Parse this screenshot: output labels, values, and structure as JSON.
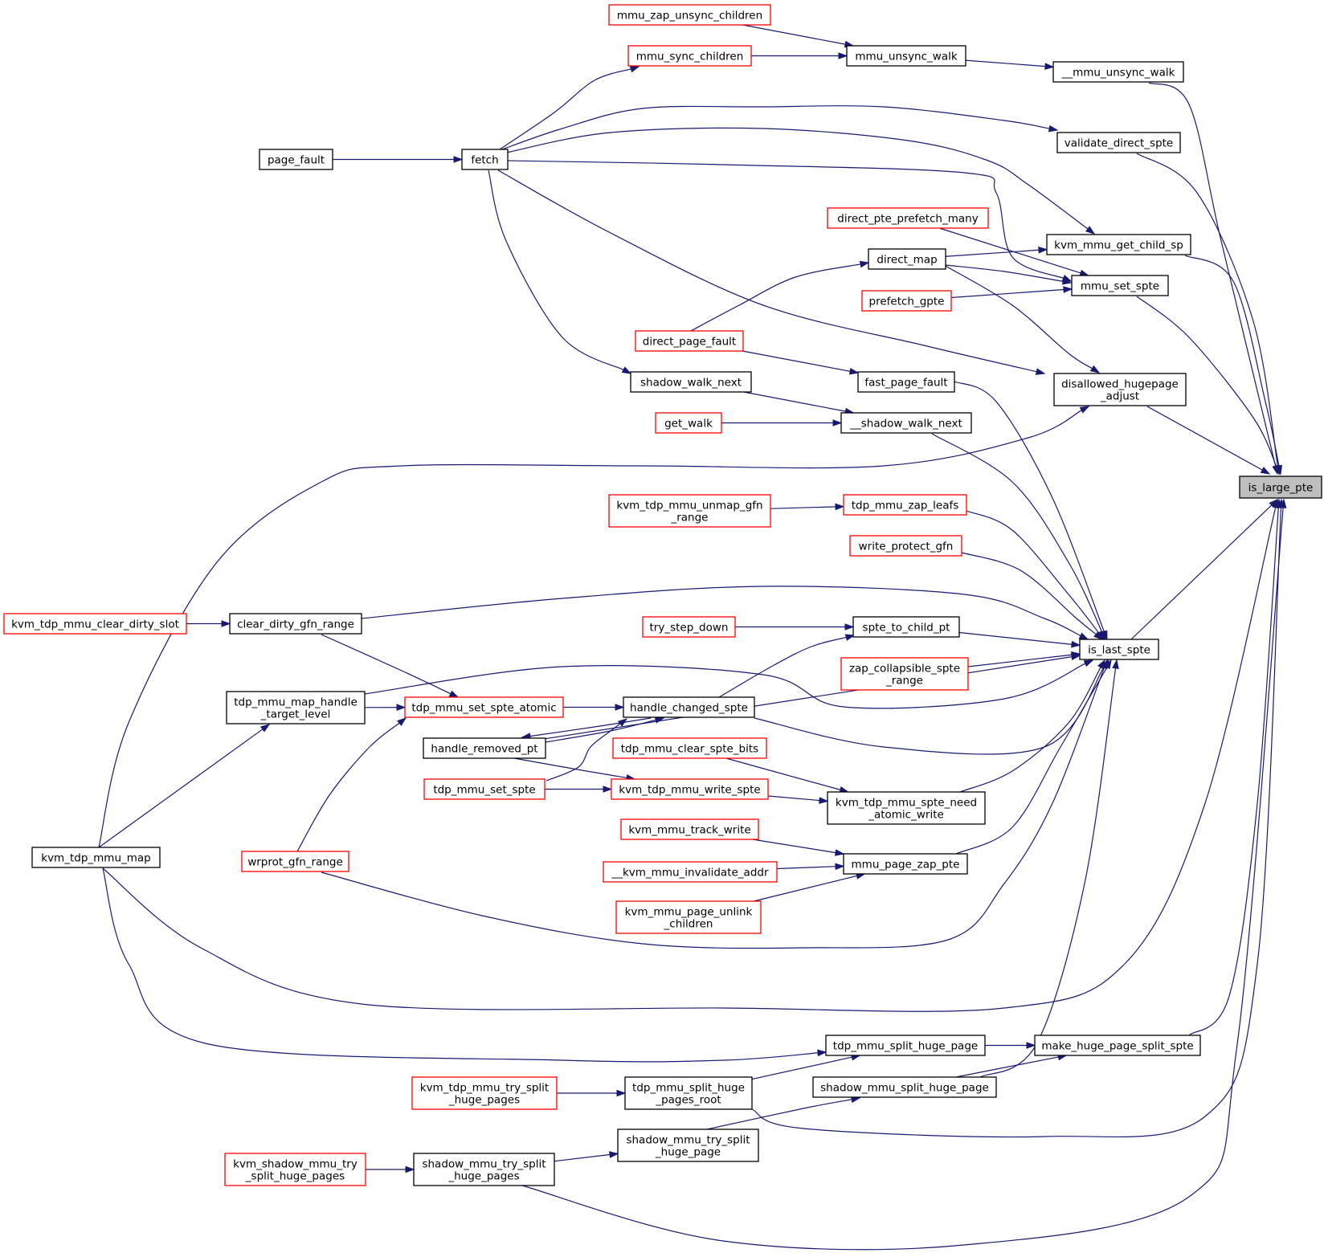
{
  "colors": {
    "edge": "#191970",
    "node_border_documented": "#000000",
    "node_border_undocumented": "#ff0000",
    "node_fill": "#ffffff",
    "node_fill_root": "#bfbfbf"
  },
  "nodes": [
    {
      "id": "is_large_pte",
      "lines": [
        "is_large_pte"
      ],
      "kind": "root"
    },
    {
      "id": "mmu_zap_unsync_children",
      "lines": [
        "mmu_zap_unsync_children"
      ],
      "kind": "red"
    },
    {
      "id": "mmu_sync_children",
      "lines": [
        "mmu_sync_children"
      ],
      "kind": "red"
    },
    {
      "id": "mmu_unsync_walk",
      "lines": [
        "mmu_unsync_walk"
      ],
      "kind": "black"
    },
    {
      "id": "__mmu_unsync_walk",
      "lines": [
        "__mmu_unsync_walk"
      ],
      "kind": "black"
    },
    {
      "id": "validate_direct_spte",
      "lines": [
        "validate_direct_spte"
      ],
      "kind": "black"
    },
    {
      "id": "page_fault",
      "lines": [
        "page_fault"
      ],
      "kind": "black"
    },
    {
      "id": "fetch",
      "lines": [
        "fetch"
      ],
      "kind": "black"
    },
    {
      "id": "direct_pte_prefetch_many",
      "lines": [
        "direct_pte_prefetch_many"
      ],
      "kind": "red"
    },
    {
      "id": "kvm_mmu_get_child_sp",
      "lines": [
        "kvm_mmu_get_child_sp"
      ],
      "kind": "black"
    },
    {
      "id": "direct_map",
      "lines": [
        "direct_map"
      ],
      "kind": "black"
    },
    {
      "id": "mmu_set_spte",
      "lines": [
        "mmu_set_spte"
      ],
      "kind": "black"
    },
    {
      "id": "prefetch_gpte",
      "lines": [
        "prefetch_gpte"
      ],
      "kind": "red"
    },
    {
      "id": "direct_page_fault",
      "lines": [
        "direct_page_fault"
      ],
      "kind": "red"
    },
    {
      "id": "disallowed_hugepage_adjust",
      "lines": [
        "disallowed_hugepage",
        "_adjust"
      ],
      "kind": "black"
    },
    {
      "id": "shadow_walk_next",
      "lines": [
        "shadow_walk_next"
      ],
      "kind": "black"
    },
    {
      "id": "fast_page_fault",
      "lines": [
        "fast_page_fault"
      ],
      "kind": "black"
    },
    {
      "id": "get_walk",
      "lines": [
        "get_walk"
      ],
      "kind": "red"
    },
    {
      "id": "__shadow_walk_next",
      "lines": [
        "__shadow_walk_next"
      ],
      "kind": "black"
    },
    {
      "id": "kvm_tdp_mmu_unmap_gfn_range",
      "lines": [
        "kvm_tdp_mmu_unmap_gfn",
        "_range"
      ],
      "kind": "red"
    },
    {
      "id": "tdp_mmu_zap_leafs",
      "lines": [
        "tdp_mmu_zap_leafs"
      ],
      "kind": "red"
    },
    {
      "id": "write_protect_gfn",
      "lines": [
        "write_protect_gfn"
      ],
      "kind": "red"
    },
    {
      "id": "kvm_tdp_mmu_clear_dirty_slot",
      "lines": [
        "kvm_tdp_mmu_clear_dirty_slot"
      ],
      "kind": "red"
    },
    {
      "id": "clear_dirty_gfn_range",
      "lines": [
        "clear_dirty_gfn_range"
      ],
      "kind": "black"
    },
    {
      "id": "try_step_down",
      "lines": [
        "try_step_down"
      ],
      "kind": "red"
    },
    {
      "id": "spte_to_child_pt",
      "lines": [
        "spte_to_child_pt"
      ],
      "kind": "black"
    },
    {
      "id": "is_last_spte",
      "lines": [
        "is_last_spte"
      ],
      "kind": "black"
    },
    {
      "id": "zap_collapsible_spte_range",
      "lines": [
        "zap_collapsible_spte",
        "_range"
      ],
      "kind": "red"
    },
    {
      "id": "tdp_mmu_map_handle_target_level",
      "lines": [
        "tdp_mmu_map_handle",
        "_target_level"
      ],
      "kind": "black"
    },
    {
      "id": "tdp_mmu_set_spte_atomic",
      "lines": [
        "tdp_mmu_set_spte_atomic"
      ],
      "kind": "red"
    },
    {
      "id": "handle_changed_spte",
      "lines": [
        "handle_changed_spte"
      ],
      "kind": "black"
    },
    {
      "id": "handle_removed_pt",
      "lines": [
        "handle_removed_pt"
      ],
      "kind": "black"
    },
    {
      "id": "tdp_mmu_clear_spte_bits",
      "lines": [
        "tdp_mmu_clear_spte_bits"
      ],
      "kind": "red"
    },
    {
      "id": "tdp_mmu_set_spte",
      "lines": [
        "tdp_mmu_set_spte"
      ],
      "kind": "red"
    },
    {
      "id": "kvm_tdp_mmu_write_spte",
      "lines": [
        "kvm_tdp_mmu_write_spte"
      ],
      "kind": "red"
    },
    {
      "id": "kvm_tdp_mmu_spte_need_atomic_write",
      "lines": [
        "kvm_tdp_mmu_spte_need",
        "_atomic_write"
      ],
      "kind": "black"
    },
    {
      "id": "kvm_mmu_track_write",
      "lines": [
        "kvm_mmu_track_write"
      ],
      "kind": "red"
    },
    {
      "id": "kvm_tdp_mmu_map",
      "lines": [
        "kvm_tdp_mmu_map"
      ],
      "kind": "black"
    },
    {
      "id": "wrprot_gfn_range",
      "lines": [
        "wrprot_gfn_range"
      ],
      "kind": "red"
    },
    {
      "id": "__kvm_mmu_invalidate_addr",
      "lines": [
        "__kvm_mmu_invalidate_addr"
      ],
      "kind": "red"
    },
    {
      "id": "mmu_page_zap_pte",
      "lines": [
        "mmu_page_zap_pte"
      ],
      "kind": "black"
    },
    {
      "id": "kvm_mmu_page_unlink_children",
      "lines": [
        "kvm_mmu_page_unlink",
        "_children"
      ],
      "kind": "red"
    },
    {
      "id": "tdp_mmu_split_huge_page",
      "lines": [
        "tdp_mmu_split_huge_page"
      ],
      "kind": "black"
    },
    {
      "id": "make_huge_page_split_spte",
      "lines": [
        "make_huge_page_split_spte"
      ],
      "kind": "black"
    },
    {
      "id": "kvm_tdp_mmu_try_split_huge_pages",
      "lines": [
        "kvm_tdp_mmu_try_split",
        "_huge_pages"
      ],
      "kind": "red"
    },
    {
      "id": "tdp_mmu_split_huge_pages_root",
      "lines": [
        "tdp_mmu_split_huge",
        "_pages_root"
      ],
      "kind": "black"
    },
    {
      "id": "shadow_mmu_split_huge_page",
      "lines": [
        "shadow_mmu_split_huge_page"
      ],
      "kind": "black"
    },
    {
      "id": "shadow_mmu_try_split_huge_page",
      "lines": [
        "shadow_mmu_try_split",
        "_huge_page"
      ],
      "kind": "black"
    },
    {
      "id": "kvm_shadow_mmu_try_split_huge_pages",
      "lines": [
        "kvm_shadow_mmu_try",
        "_split_huge_pages"
      ],
      "kind": "red"
    },
    {
      "id": "shadow_mmu_try_split_huge_pages",
      "lines": [
        "shadow_mmu_try_split",
        "_huge_pages"
      ],
      "kind": "black"
    }
  ],
  "edges": [
    {
      "from": "mmu_zap_unsync_children",
      "to": "mmu_unsync_walk"
    },
    {
      "from": "mmu_sync_children",
      "to": "mmu_unsync_walk"
    },
    {
      "from": "mmu_unsync_walk",
      "to": "__mmu_unsync_walk"
    },
    {
      "from": "__mmu_unsync_walk",
      "to": "is_large_pte"
    },
    {
      "from": "fetch",
      "to": "mmu_sync_children"
    },
    {
      "from": "fetch",
      "to": "validate_direct_spte"
    },
    {
      "from": "fetch",
      "to": "kvm_mmu_get_child_sp"
    },
    {
      "from": "fetch",
      "to": "mmu_set_spte"
    },
    {
      "from": "fetch",
      "to": "disallowed_hugepage_adjust"
    },
    {
      "from": "fetch",
      "to": "shadow_walk_next"
    },
    {
      "from": "page_fault",
      "to": "fetch"
    },
    {
      "from": "validate_direct_spte",
      "to": "is_large_pte"
    },
    {
      "from": "direct_pte_prefetch_many",
      "to": "mmu_set_spte"
    },
    {
      "from": "direct_map",
      "to": "kvm_mmu_get_child_sp"
    },
    {
      "from": "direct_map",
      "to": "mmu_set_spte"
    },
    {
      "from": "direct_map",
      "to": "disallowed_hugepage_adjust"
    },
    {
      "from": "direct_page_fault",
      "to": "direct_map"
    },
    {
      "from": "direct_page_fault",
      "to": "fast_page_fault"
    },
    {
      "from": "prefetch_gpte",
      "to": "mmu_set_spte"
    },
    {
      "from": "kvm_mmu_get_child_sp",
      "to": "is_large_pte"
    },
    {
      "from": "mmu_set_spte",
      "to": "is_large_pte"
    },
    {
      "from": "disallowed_hugepage_adjust",
      "to": "is_large_pte"
    },
    {
      "from": "shadow_walk_next",
      "to": "__shadow_walk_next"
    },
    {
      "from": "get_walk",
      "to": "__shadow_walk_next"
    },
    {
      "from": "fast_page_fault",
      "to": "is_last_spte"
    },
    {
      "from": "__shadow_walk_next",
      "to": "is_last_spte"
    },
    {
      "from": "kvm_tdp_mmu_map",
      "to": "disallowed_hugepage_adjust"
    },
    {
      "from": "kvm_tdp_mmu_map",
      "to": "tdp_mmu_map_handle_target_level"
    },
    {
      "from": "kvm_tdp_mmu_map",
      "to": "is_large_pte"
    },
    {
      "from": "kvm_tdp_mmu_map",
      "to": "tdp_mmu_split_huge_page"
    },
    {
      "from": "kvm_tdp_mmu_unmap_gfn_range",
      "to": "tdp_mmu_zap_leafs"
    },
    {
      "from": "tdp_mmu_zap_leafs",
      "to": "is_last_spte"
    },
    {
      "from": "write_protect_gfn",
      "to": "is_last_spte"
    },
    {
      "from": "kvm_tdp_mmu_clear_dirty_slot",
      "to": "clear_dirty_gfn_range"
    },
    {
      "from": "clear_dirty_gfn_range",
      "to": "is_last_spte"
    },
    {
      "from": "clear_dirty_gfn_range",
      "to": "tdp_mmu_set_spte_atomic"
    },
    {
      "from": "try_step_down",
      "to": "spte_to_child_pt"
    },
    {
      "from": "spte_to_child_pt",
      "to": "is_last_spte"
    },
    {
      "from": "zap_collapsible_spte_range",
      "to": "is_last_spte"
    },
    {
      "from": "is_last_spte",
      "to": "is_large_pte"
    },
    {
      "from": "tdp_mmu_map_handle_target_level",
      "to": "is_last_spte"
    },
    {
      "from": "tdp_mmu_map_handle_target_level",
      "to": "tdp_mmu_set_spte_atomic"
    },
    {
      "from": "tdp_mmu_set_spte_atomic",
      "to": "handle_changed_spte"
    },
    {
      "from": "handle_changed_spte",
      "to": "spte_to_child_pt"
    },
    {
      "from": "handle_changed_spte",
      "to": "is_last_spte"
    },
    {
      "from": "handle_changed_spte",
      "to": "handle_removed_pt"
    },
    {
      "from": "handle_removed_pt",
      "to": "handle_changed_spte"
    },
    {
      "from": "handle_removed_pt",
      "to": "is_last_spte"
    },
    {
      "from": "tdp_mmu_set_spte",
      "to": "handle_changed_spte"
    },
    {
      "from": "tdp_mmu_set_spte",
      "to": "kvm_tdp_mmu_write_spte"
    },
    {
      "from": "handle_removed_pt",
      "to": "kvm_tdp_mmu_write_spte"
    },
    {
      "from": "wrprot_gfn_range",
      "to": "tdp_mmu_set_spte_atomic"
    },
    {
      "from": "wrprot_gfn_range",
      "to": "is_last_spte"
    },
    {
      "from": "tdp_mmu_clear_spte_bits",
      "to": "kvm_tdp_mmu_spte_need_atomic_write"
    },
    {
      "from": "kvm_tdp_mmu_write_spte",
      "to": "kvm_tdp_mmu_spte_need_atomic_write"
    },
    {
      "from": "kvm_tdp_mmu_spte_need_atomic_write",
      "to": "is_last_spte"
    },
    {
      "from": "kvm_mmu_track_write",
      "to": "mmu_page_zap_pte"
    },
    {
      "from": "__kvm_mmu_invalidate_addr",
      "to": "mmu_page_zap_pte"
    },
    {
      "from": "kvm_mmu_page_unlink_children",
      "to": "mmu_page_zap_pte"
    },
    {
      "from": "mmu_page_zap_pte",
      "to": "is_last_spte"
    },
    {
      "from": "tdp_mmu_split_huge_page",
      "to": "make_huge_page_split_spte"
    },
    {
      "from": "make_huge_page_split_spte",
      "to": "is_large_pte"
    },
    {
      "from": "shadow_mmu_split_huge_page",
      "to": "make_huge_page_split_spte"
    },
    {
      "from": "shadow_mmu_split_huge_page",
      "to": "is_last_spte"
    },
    {
      "from": "kvm_tdp_mmu_try_split_huge_pages",
      "to": "tdp_mmu_split_huge_pages_root"
    },
    {
      "from": "tdp_mmu_split_huge_pages_root",
      "to": "tdp_mmu_split_huge_page"
    },
    {
      "from": "tdp_mmu_split_huge_pages_root",
      "to": "is_large_pte"
    },
    {
      "from": "shadow_mmu_try_split_huge_page",
      "to": "shadow_mmu_split_huge_page"
    },
    {
      "from": "kvm_shadow_mmu_try_split_huge_pages",
      "to": "shadow_mmu_try_split_huge_pages"
    },
    {
      "from": "shadow_mmu_try_split_huge_pages",
      "to": "shadow_mmu_try_split_huge_page"
    },
    {
      "from": "shadow_mmu_try_split_huge_pages",
      "to": "is_large_pte"
    }
  ]
}
